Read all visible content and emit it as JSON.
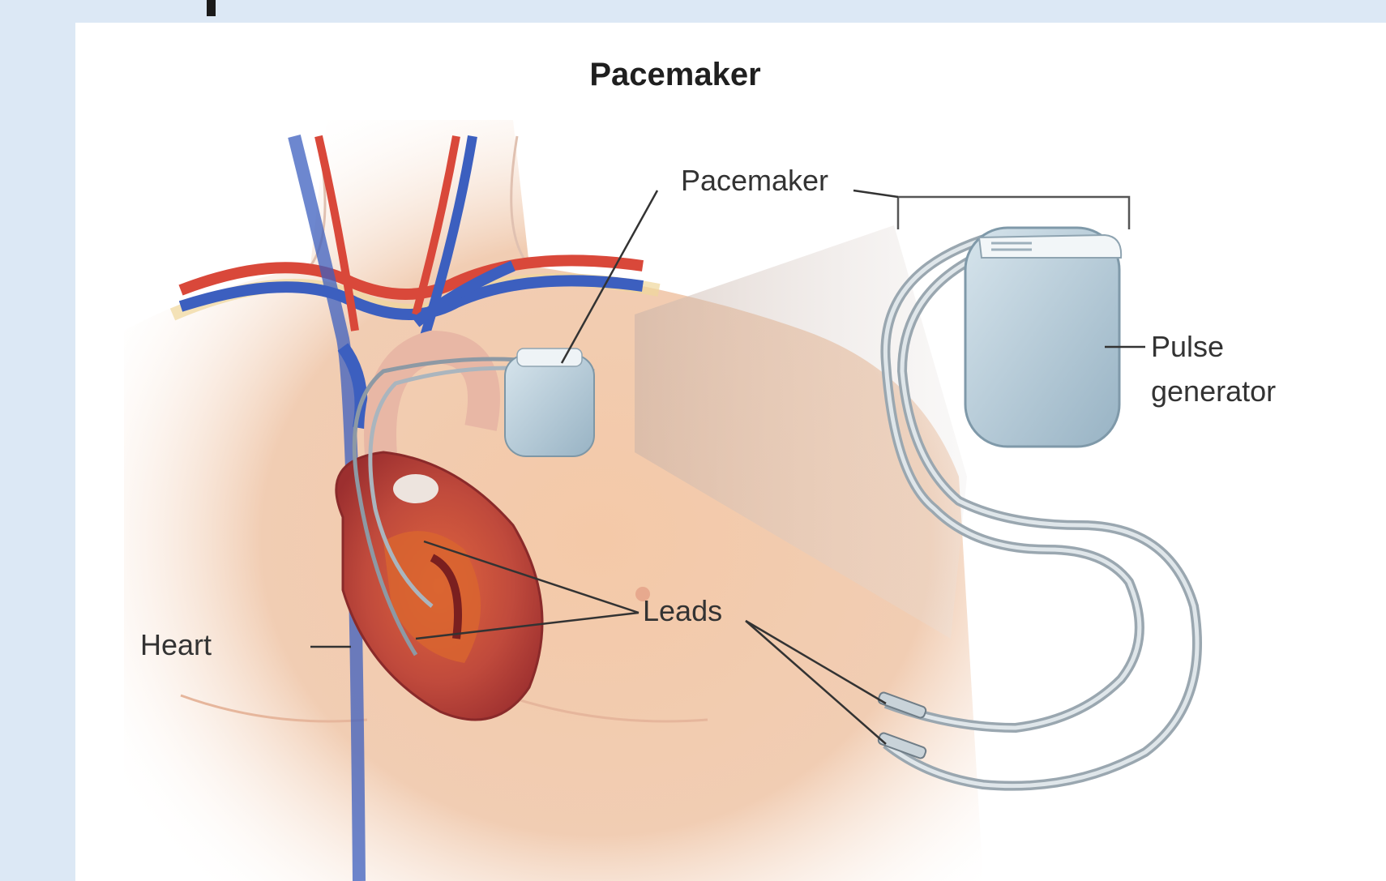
{
  "figure": {
    "title": "Pacemaker",
    "labels": {
      "pacemaker": "Pacemaker",
      "pulse_generator_line1": "Pulse",
      "pulse_generator_line2": "generator",
      "leads": "Leads",
      "heart": "Heart"
    },
    "colors": {
      "slide_background": "#dce8f5",
      "panel": "#ffffff",
      "skin": "#f2c6a6",
      "artery": "#d9483a",
      "vein": "#3c5fbf",
      "heart_muscle": "#b83a3a",
      "device": "#b9cfdc",
      "lead_wire": "#9aa7b0"
    }
  }
}
